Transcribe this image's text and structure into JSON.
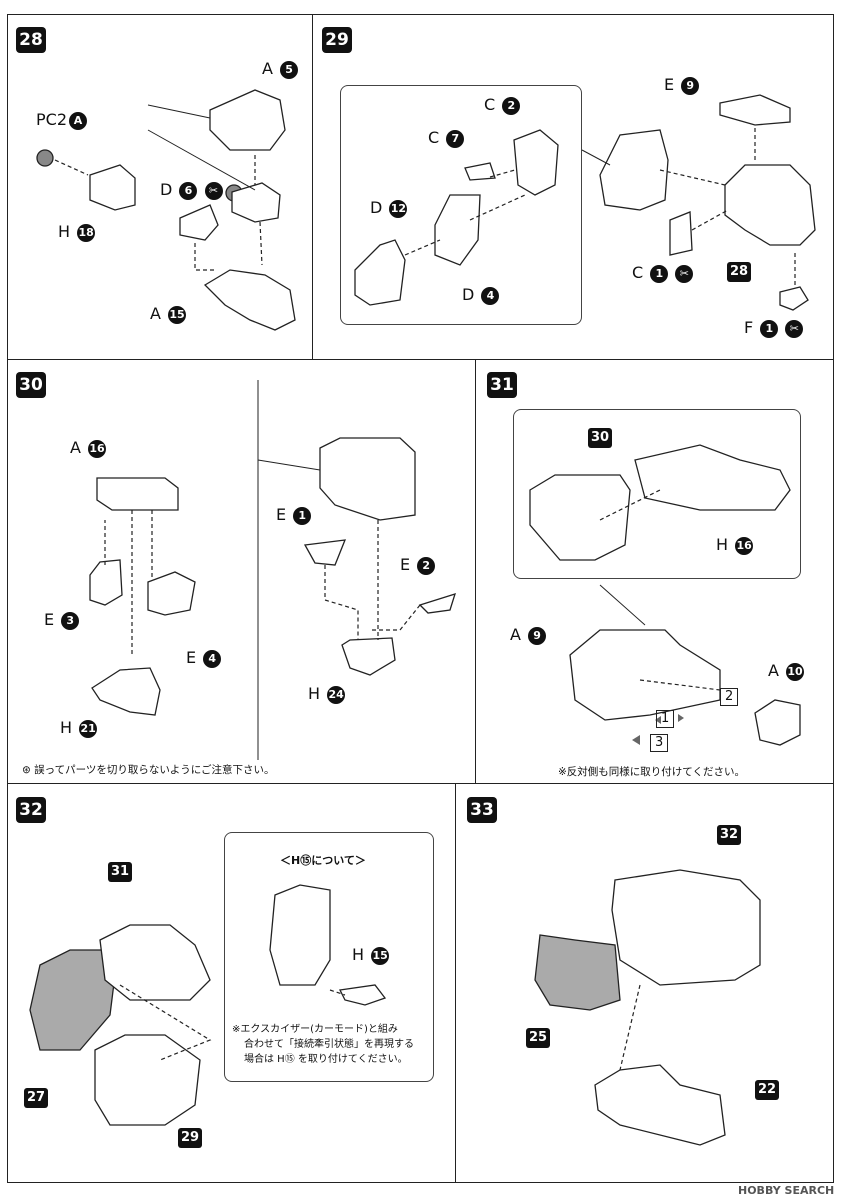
{
  "steps": {
    "s28": "28",
    "s29": "29",
    "s30": "30",
    "s31": "31",
    "s32": "32",
    "s33": "33"
  },
  "parts": {
    "p28_a5": {
      "letter": "A",
      "num": "5"
    },
    "p28_pc2a": {
      "letter": "PC2",
      "num": "A"
    },
    "p28_d6": {
      "letter": "D",
      "num": "6"
    },
    "p28_h18": {
      "letter": "H",
      "num": "18"
    },
    "p28_a15": {
      "letter": "A",
      "num": "15"
    },
    "p29_c2": {
      "letter": "C",
      "num": "2"
    },
    "p29_c7": {
      "letter": "C",
      "num": "7"
    },
    "p29_d12": {
      "letter": "D",
      "num": "12"
    },
    "p29_d4": {
      "letter": "D",
      "num": "4"
    },
    "p29_e9": {
      "letter": "E",
      "num": "9"
    },
    "p29_c1": {
      "letter": "C",
      "num": "1"
    },
    "p29_f1": {
      "letter": "F",
      "num": "1"
    },
    "p30_a16": {
      "letter": "A",
      "num": "16"
    },
    "p30_e3": {
      "letter": "E",
      "num": "3"
    },
    "p30_e4": {
      "letter": "E",
      "num": "4"
    },
    "p30_h21": {
      "letter": "H",
      "num": "21"
    },
    "p30_e1": {
      "letter": "E",
      "num": "1"
    },
    "p30_e2": {
      "letter": "E",
      "num": "2"
    },
    "p30_h24": {
      "letter": "H",
      "num": "24"
    },
    "p31_h16": {
      "letter": "H",
      "num": "16"
    },
    "p31_a9": {
      "letter": "A",
      "num": "9"
    },
    "p31_a10": {
      "letter": "A",
      "num": "10"
    },
    "p32_h15": {
      "letter": "H",
      "num": "15"
    }
  },
  "refs": {
    "r29_28": "28",
    "r31_30": "30",
    "r32_31": "31",
    "r32_27": "27",
    "r32_29": "29",
    "r33_32": "32",
    "r33_25": "25",
    "r33_22": "22"
  },
  "seq": {
    "one": "1",
    "two": "2",
    "three": "3"
  },
  "notes": {
    "n30": "誤ってパーツを切り取らないようにご注意下さい。",
    "n31": "※反対側も同様に取り付けてください。",
    "n32_title": "＜H⑮について＞",
    "n32_line1": "※エクスカイザー(カーモード)と組み",
    "n32_line2": "合わせて「接続牽引状態」を再現する",
    "n32_line3": "場合は H⑮ を取り付けてください。"
  },
  "watermark": "HOBBY SEARCH"
}
